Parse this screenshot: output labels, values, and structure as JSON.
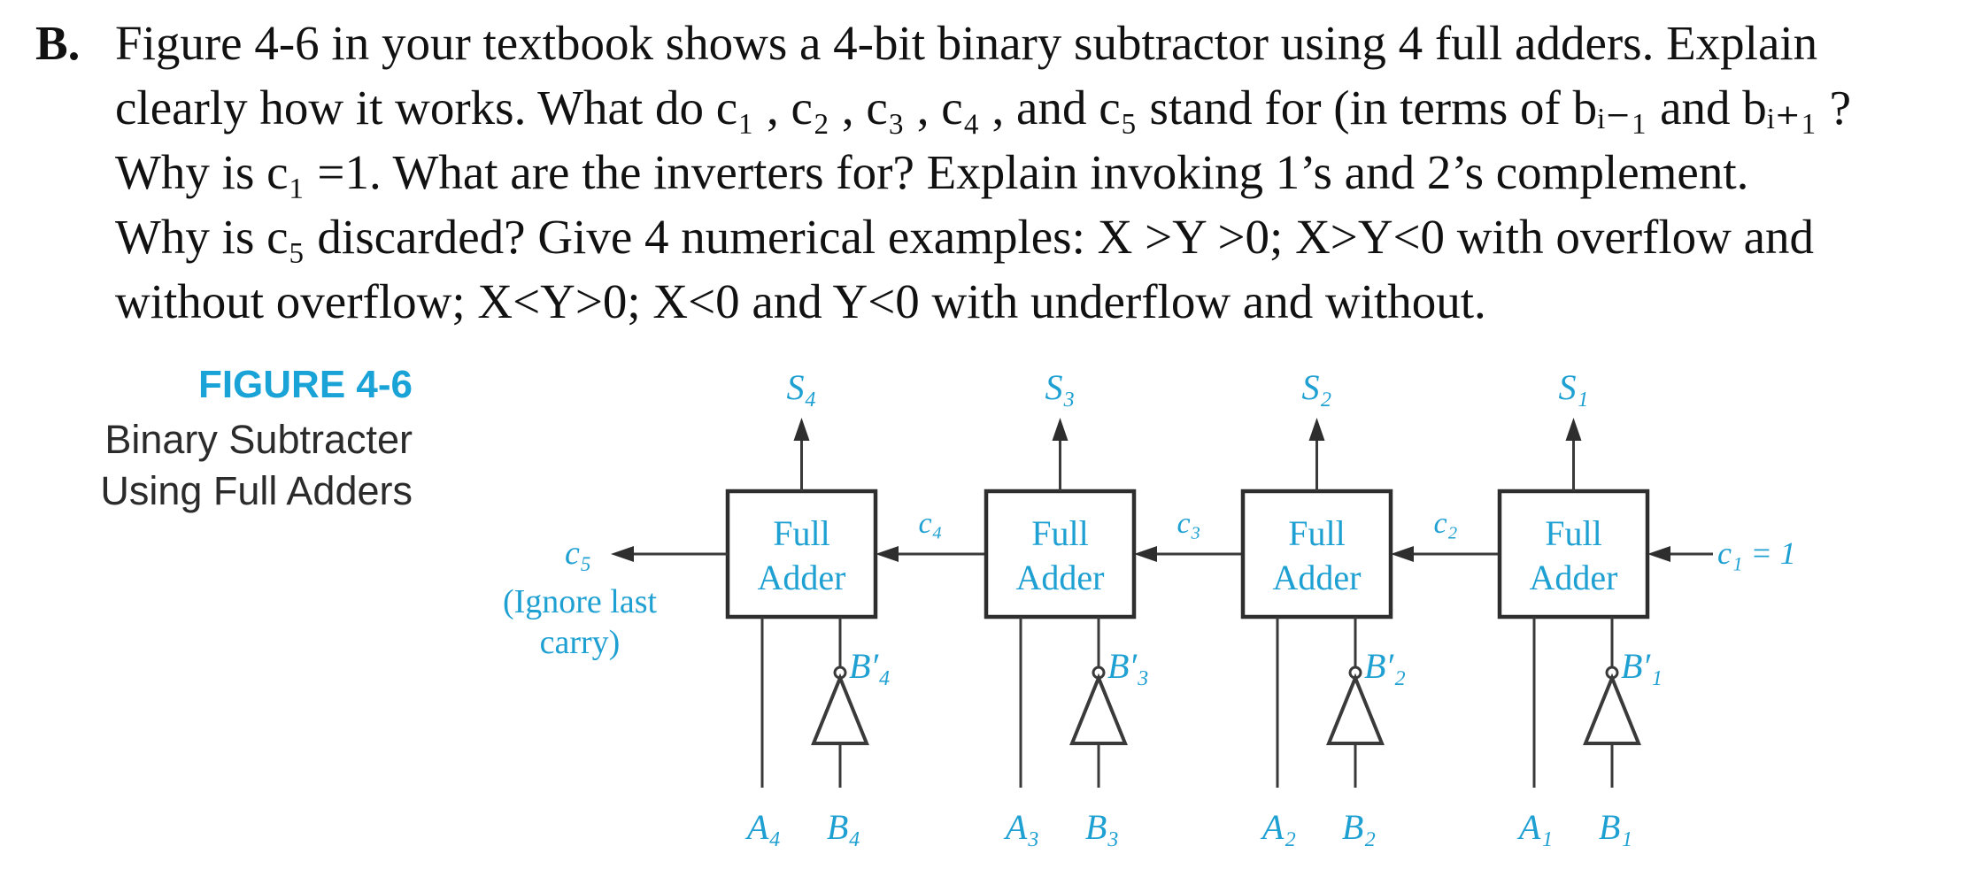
{
  "question": {
    "label": "B.",
    "lines": [
      "Figure 4-6 in your textbook shows a 4-bit binary subtractor using 4 full adders.  Explain",
      "clearly how it works.  What do c₁ , c₂ , c₃ , c₄ , and c₅ stand for (in terms of bᵢ₋₁ and bᵢ₊₁ ?",
      "Why is c₁ =1.  What are the inverters for? Explain invoking 1’s and 2’s complement.",
      "Why is c₅ discarded? Give 4 numerical examples: X >Y >0; X>Y<0 with overflow and",
      "without overflow; X<Y>0; X<0 and Y<0 with underflow and without."
    ]
  },
  "figure": {
    "number": "FIGURE 4-6",
    "title_line1": "Binary Subtracter",
    "title_line2": "Using Full Adders",
    "adder_line1": "Full",
    "adder_line2": "Adder",
    "carry_in_label": "c₁ = 1",
    "carry_out_label": "c₅",
    "ignore_line1": "(Ignore last",
    "ignore_line2": "carry)",
    "adders": [
      {
        "sum": "S₄",
        "a": "A₄",
        "b": "B₄",
        "b_not": "B′₄",
        "carry_in": "c₄"
      },
      {
        "sum": "S₃",
        "a": "A₃",
        "b": "B₃",
        "b_not": "B′₃",
        "carry_in": "c₃"
      },
      {
        "sum": "S₂",
        "a": "A₂",
        "b": "B₂",
        "b_not": "B′₂",
        "carry_in": "c₂"
      },
      {
        "sum": "S₁",
        "a": "A₁",
        "b": "B₁",
        "b_not": "B′₁",
        "carry_in": "c₁"
      }
    ],
    "colors": {
      "label": "#1ea0d2",
      "figure_number": "#1aa3d6",
      "wire": "#3a3a3a"
    }
  }
}
